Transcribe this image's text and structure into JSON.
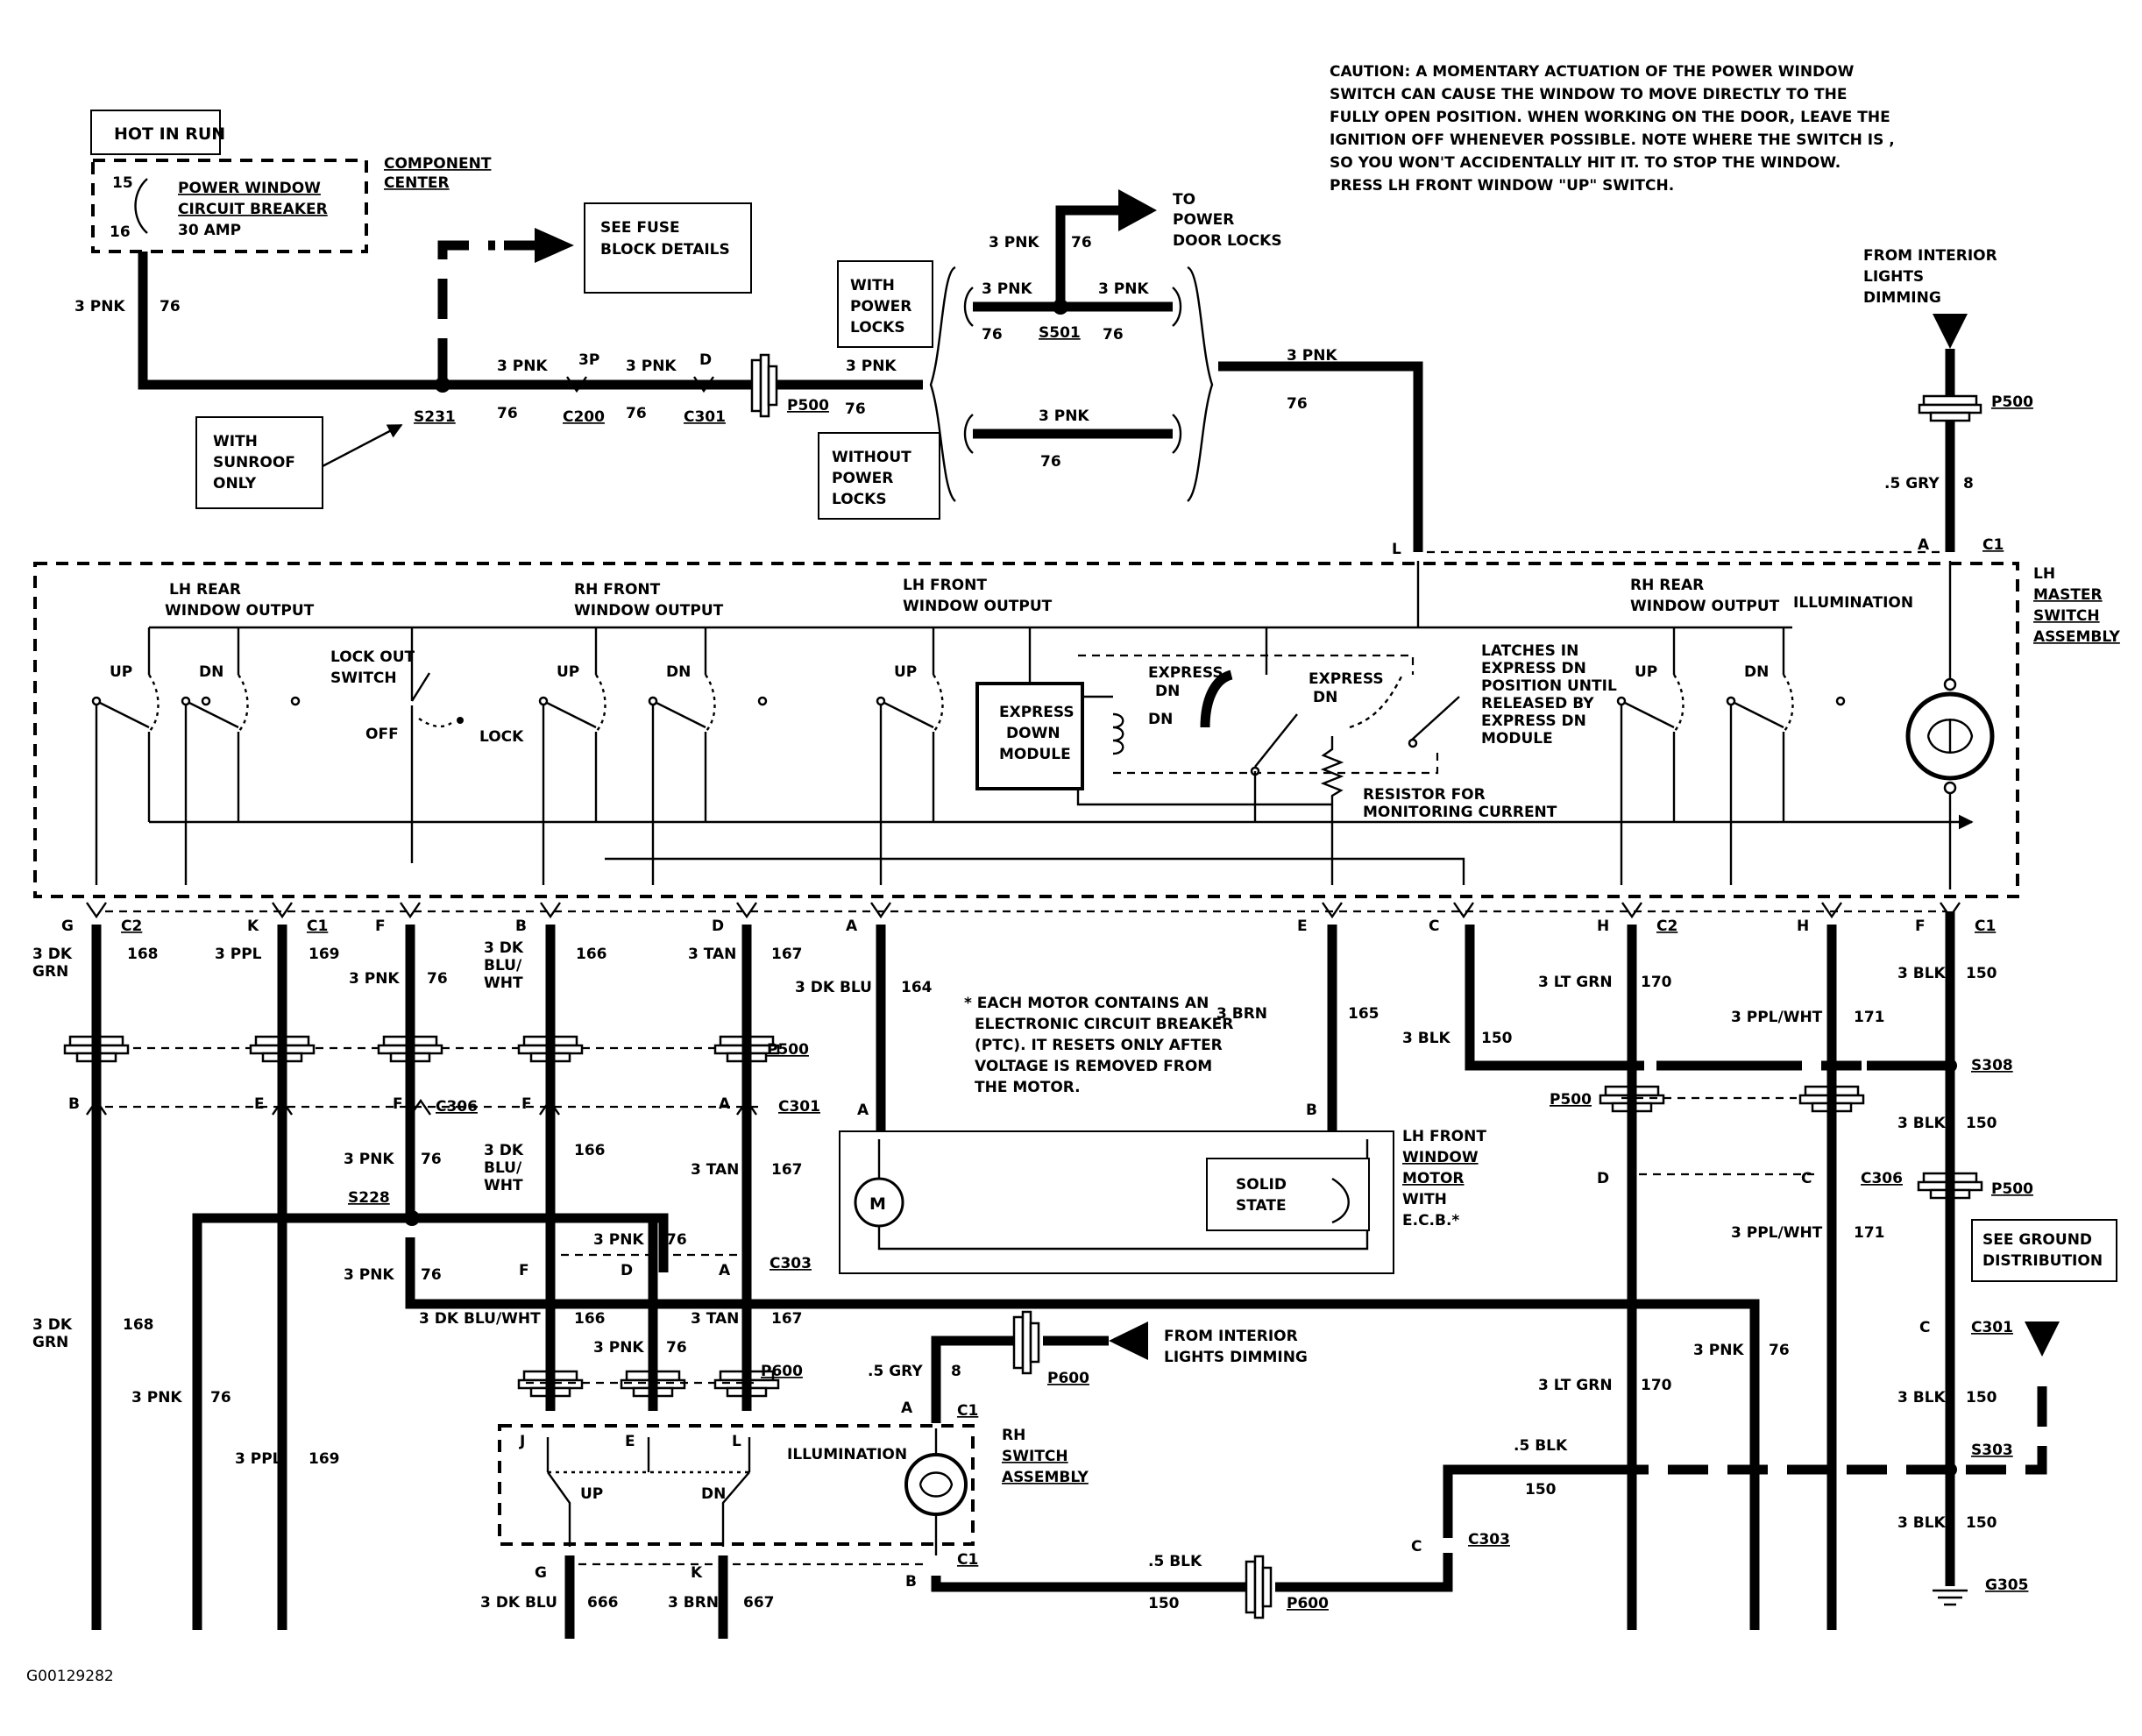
{
  "caution": [
    "CAUTION: A MOMENTARY ACTUATION OF THE POWER WINDOW",
    "SWITCH CAN CAUSE THE WINDOW TO MOVE DIRECTLY TO THE",
    "FULLY OPEN POSITION. WHEN WORKING ON THE DOOR, LEAVE THE",
    "IGNITION OFF WHENEVER POSSIBLE. NOTE WHERE THE SWITCH IS ,",
    "SO  YOU WON'T ACCIDENTALLY  HIT IT.  TO STOP THE WINDOW.",
    "PRESS LH FRONT WINDOW \"UP\" SWITCH."
  ],
  "top": {
    "hot_in_run": "HOT IN RUN",
    "breaker": [
      "POWER WINDOW",
      "CIRCUIT BREAKER",
      "30 AMP"
    ],
    "breaker_pins": [
      "15",
      "16"
    ],
    "component_center": [
      "COMPONENT",
      "CENTER"
    ],
    "see_fuse": [
      "SEE FUSE",
      "BLOCK DETAILS"
    ],
    "with_sunroof": [
      "WITH",
      "SUNROOF",
      "ONLY"
    ],
    "with_power_locks": [
      "WITH",
      "POWER",
      "LOCKS"
    ],
    "without_power_locks": [
      "WITHOUT",
      "POWER",
      "LOCKS"
    ],
    "to_power_door_locks": [
      "TO",
      "POWER",
      "DOOR LOCKS"
    ],
    "from_interior_lights": [
      "FROM INTERIOR",
      "LIGHTS",
      "DIMMING"
    ],
    "wire_3pnk": "3 PNK",
    "circuit_76": "76",
    "pin_3p": "3P",
    "pin_d": "D",
    "pin_l": "L",
    "pin_a": "A",
    "c1": "C1",
    "gry_wire": ".5 GRY",
    "gry_circuit": "8",
    "splices": [
      "S231",
      "C200",
      "C301",
      "P500",
      "S501"
    ]
  },
  "master": {
    "title": [
      "LH",
      "MASTER",
      "SWITCH",
      "ASSEMBLY"
    ],
    "lh_rear": [
      "LH REAR",
      "WINDOW OUTPUT"
    ],
    "rh_front": [
      "RH FRONT",
      "WINDOW OUTPUT"
    ],
    "lh_front": [
      "LH FRONT",
      "WINDOW OUTPUT"
    ],
    "rh_rear": [
      "RH REAR",
      "WINDOW OUTPUT"
    ],
    "illumination": "ILLUMINATION",
    "lock_out": [
      "LOCK OUT",
      "SWITCH"
    ],
    "off": "OFF",
    "lock": "LOCK",
    "up": "UP",
    "dn": "DN",
    "express_module": [
      "EXPRESS",
      "DOWN",
      "MODULE"
    ],
    "express_dn": [
      "EXPRESS",
      "DN"
    ],
    "latches": [
      "LATCHES IN",
      "EXPRESS DN",
      "POSITION UNTIL",
      "RELEASED BY",
      "EXPRESS DN",
      "MODULE"
    ],
    "resistor": [
      "RESISTOR FOR",
      "MONITORING CURRENT"
    ]
  },
  "pins": {
    "G": "G",
    "K": "K",
    "F": "F",
    "B": "B",
    "D": "D",
    "A": "A",
    "E": "E",
    "C": "C",
    "H": "H",
    "J": "J",
    "L": "L",
    "C1": "C1",
    "C2": "C2"
  },
  "wires": {
    "dkgrn": [
      "3 DK",
      "GRN"
    ],
    "c168": "168",
    "ppl": "3 PPL",
    "c169": "169",
    "pnk": "3 PNK",
    "c76": "76",
    "dkbluwht": [
      "3 DK",
      "BLU/",
      "WHT"
    ],
    "c166": "166",
    "tan": "3 TAN",
    "c167": "167",
    "dkblu": "3 DK BLU",
    "c164": "164",
    "brn": "3 BRN",
    "c165": "165",
    "blk": "3 BLK",
    "c150": "150",
    "ltgrn": "3 LT GRN",
    "c170": "170",
    "pplwht": "3 PPL/WHT",
    "c171": "171",
    "dkbluwht_inline": "3 DK BLU/WHT",
    "gry5": ".5 GRY",
    "c8": "8",
    "blk5": ".5 BLK",
    "dkblu_rh": "3 DK BLU",
    "c666": "666",
    "brn_rh": "3 BRN",
    "c667": "667"
  },
  "connectors": {
    "P500": "P500",
    "C306": "C306",
    "C301": "C301",
    "S228": "S228",
    "C303": "C303",
    "P600": "P600",
    "S308": "S308",
    "S303": "S303",
    "G305": "G305"
  },
  "ptc_note": [
    "* EACH MOTOR CONTAINS AN",
    "ELECTRONIC CIRCUIT BREAKER",
    "(PTC). IT RESETS ONLY AFTER",
    "VOLTAGE IS REMOVED FROM",
    "THE MOTOR."
  ],
  "motor": {
    "title": [
      "LH FRONT",
      "WINDOW",
      "MOTOR",
      "WITH",
      "E.C.B.*"
    ],
    "solid_state": [
      "SOLID",
      "STATE"
    ],
    "m": "M"
  },
  "rh_switch": {
    "title": [
      "RH",
      "SWITCH",
      "ASSEMBLY"
    ],
    "illumination": "ILLUMINATION",
    "up": "UP",
    "dn": "DN"
  },
  "from_interior_lights2": [
    "FROM INTERIOR",
    "LIGHTS DIMMING"
  ],
  "see_ground": [
    "SEE GROUND",
    "DISTRIBUTION"
  ],
  "figure_id": "G00129282"
}
